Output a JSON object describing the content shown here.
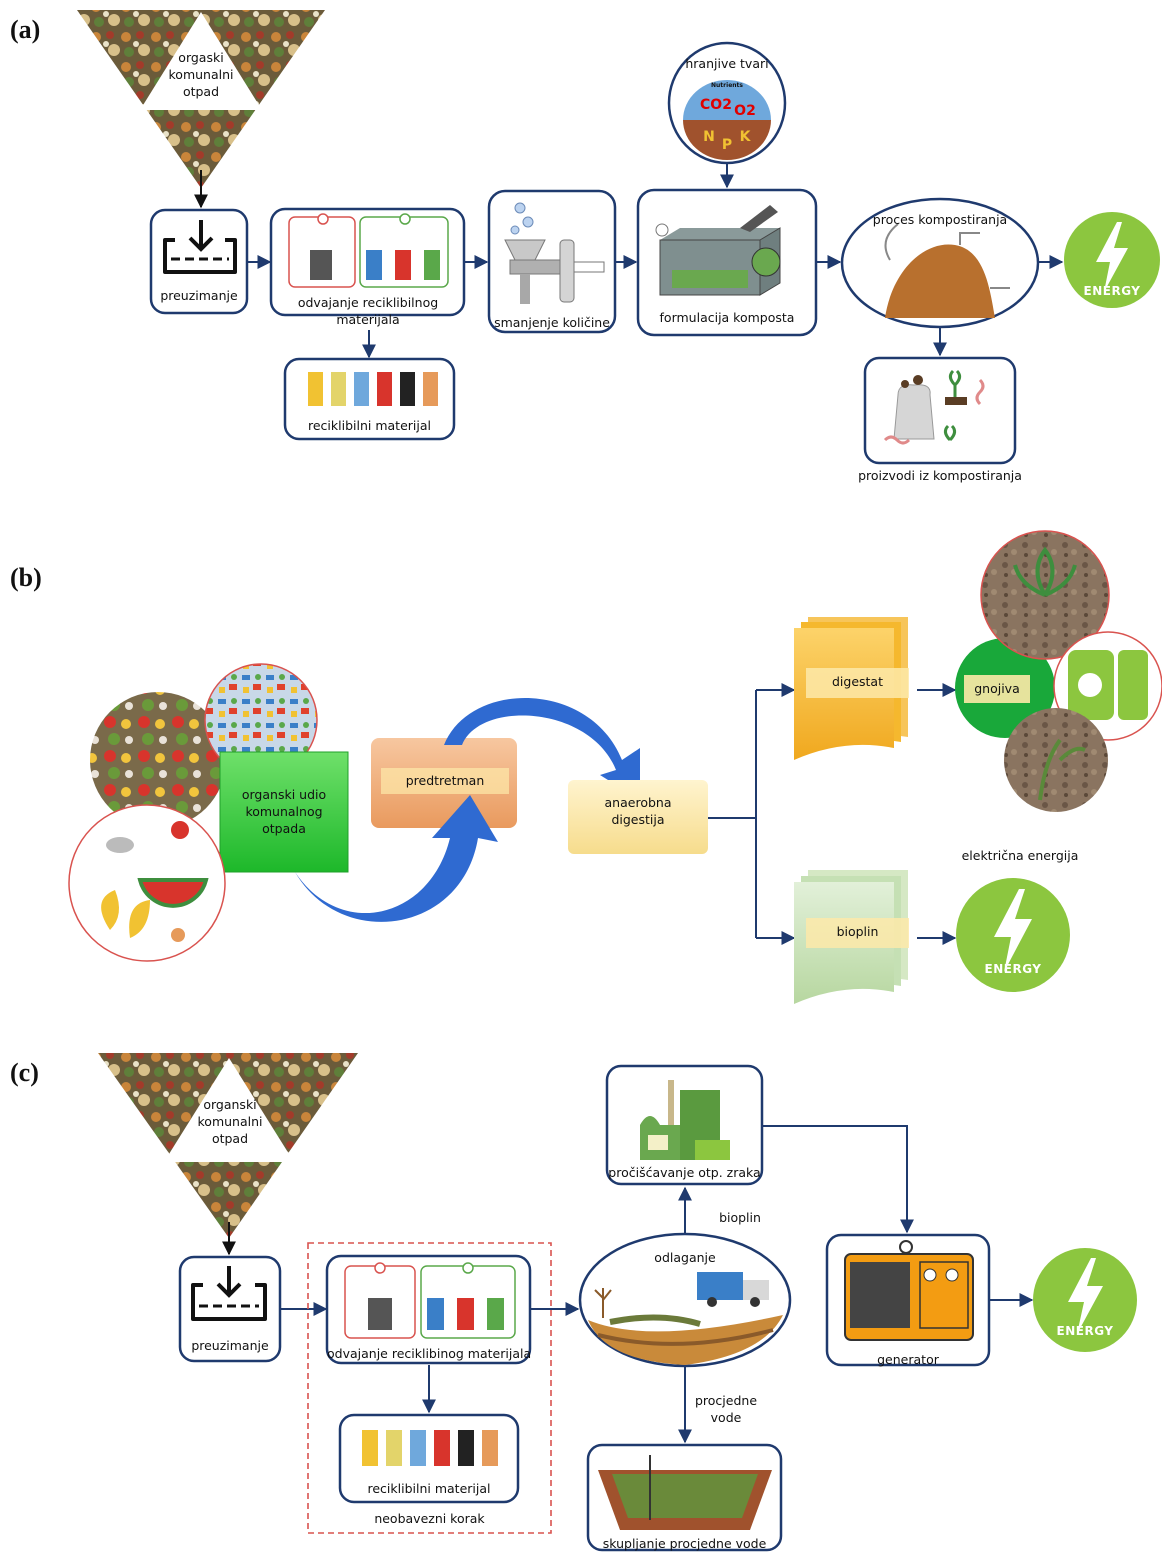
{
  "panels": {
    "a": {
      "letter": "(a)",
      "waste": "orgaski komunalni otpad",
      "intake": "preuzimanje",
      "separation": "odvajanje reciklibilnog materijala",
      "recyclables": "reciklibilni materijal",
      "reduction": "smanjenje količine",
      "nutrients": "hranjive tvari",
      "nutrient_badge": "Nutrients",
      "nutrient_symbols": [
        "CO2",
        "O2",
        "N",
        "P",
        "K"
      ],
      "formulation": "formulacija komposta",
      "composting": "proces kompostiranja",
      "products": "proizvodi iz kompostiranja",
      "energy": "ENERGY"
    },
    "b": {
      "letter": "(b)",
      "organic": "organski udio komunalnog otpada",
      "pretreatment": "predtretman",
      "digestion": "anaerobna digestija",
      "digestate": "digestat",
      "fertilizer": "gnojiva",
      "electricity": "električna energija",
      "biogas": "bioplin",
      "energy": "ENERGY"
    },
    "c": {
      "letter": "(c)",
      "waste": "organski komunalni otpad",
      "intake": "preuzimanje",
      "separation": "odvajanje reciklibinog materijala",
      "recyclables": "reciklibilni materijal",
      "optional": "neobavezni korak",
      "landfill": "odlaganje",
      "biogas": "bioplin",
      "leachate": "procjedne vode",
      "leachate_collection": "skupljanje procjedne vode",
      "gas_treatment": "pročišćavanje otp. zraka",
      "generator": "generator",
      "energy": "ENERGY"
    }
  },
  "colors": {
    "box_border": "#1f3a6e",
    "arrow": "#1f3a6e",
    "energy_green": "#8cc63f",
    "organic_green": "#2ecc40",
    "pretreat_orange": "#f4b183",
    "digestion_yellow": "#fde9a9",
    "digestate_gold": "#f5b82e",
    "biogas_green": "#c5e0b4",
    "dashed_red": "#d9534f"
  }
}
